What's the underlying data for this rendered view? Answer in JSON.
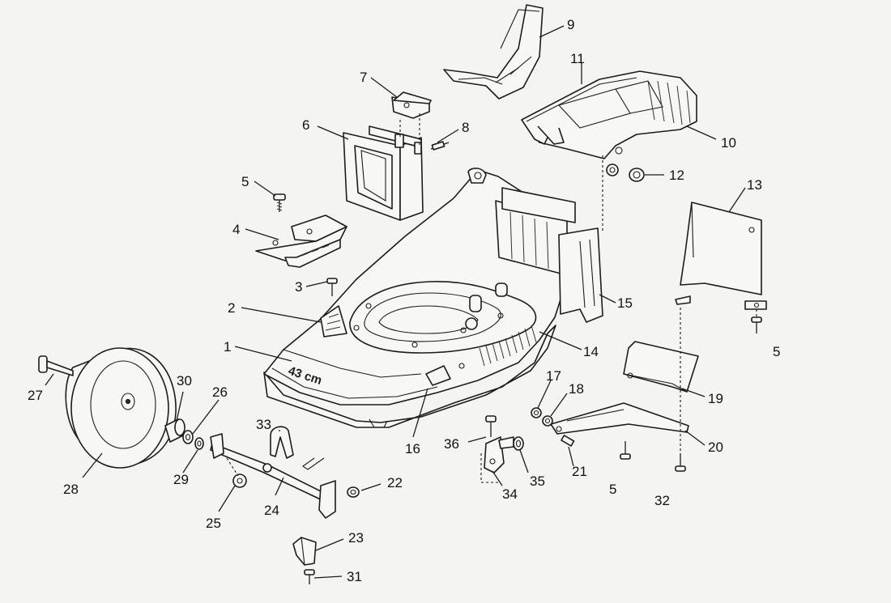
{
  "deck_imprint": "43 cm",
  "callouts": [
    {
      "id": "1",
      "label": "1"
    },
    {
      "id": "2",
      "label": "2"
    },
    {
      "id": "3",
      "label": "3"
    },
    {
      "id": "4",
      "label": "4"
    },
    {
      "id": "5a",
      "label": "5"
    },
    {
      "id": "6",
      "label": "6"
    },
    {
      "id": "7",
      "label": "7"
    },
    {
      "id": "8",
      "label": "8"
    },
    {
      "id": "9",
      "label": "9"
    },
    {
      "id": "10",
      "label": "10"
    },
    {
      "id": "11",
      "label": "11"
    },
    {
      "id": "12",
      "label": "12"
    },
    {
      "id": "13",
      "label": "13"
    },
    {
      "id": "14",
      "label": "14"
    },
    {
      "id": "15",
      "label": "15"
    },
    {
      "id": "5b",
      "label": "5"
    },
    {
      "id": "16",
      "label": "16"
    },
    {
      "id": "17",
      "label": "17"
    },
    {
      "id": "18",
      "label": "18"
    },
    {
      "id": "19",
      "label": "19"
    },
    {
      "id": "20",
      "label": "20"
    },
    {
      "id": "21",
      "label": "21"
    },
    {
      "id": "5c",
      "label": "5"
    },
    {
      "id": "32",
      "label": "32"
    },
    {
      "id": "36",
      "label": "36"
    },
    {
      "id": "34",
      "label": "34"
    },
    {
      "id": "35",
      "label": "35"
    },
    {
      "id": "33",
      "label": "33"
    },
    {
      "id": "22",
      "label": "22"
    },
    {
      "id": "24",
      "label": "24"
    },
    {
      "id": "25",
      "label": "25"
    },
    {
      "id": "23",
      "label": "23"
    },
    {
      "id": "31",
      "label": "31"
    },
    {
      "id": "27",
      "label": "27"
    },
    {
      "id": "28",
      "label": "28"
    },
    {
      "id": "30",
      "label": "30"
    },
    {
      "id": "26",
      "label": "26"
    },
    {
      "id": "29",
      "label": "29"
    }
  ]
}
